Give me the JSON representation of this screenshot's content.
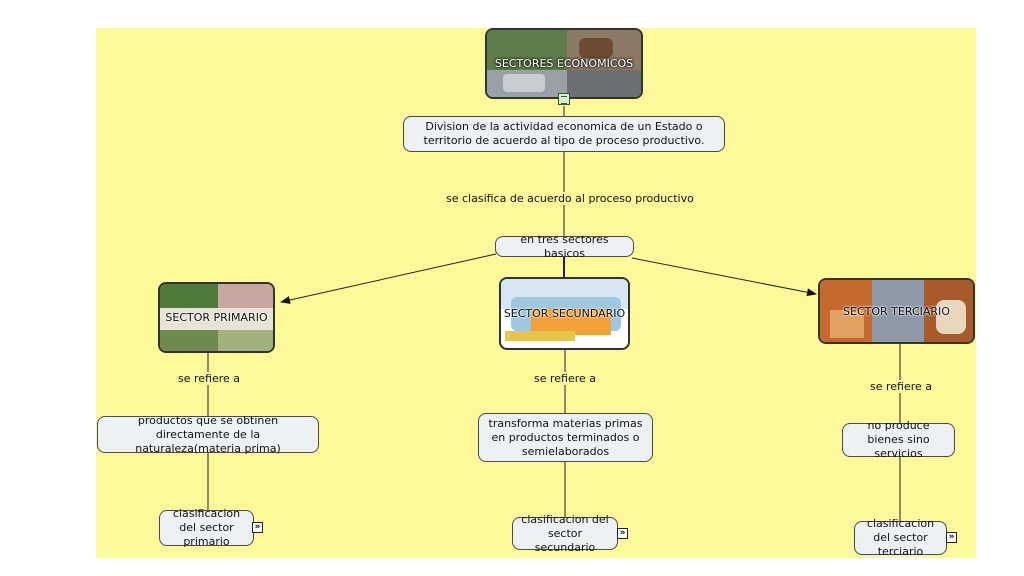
{
  "top_node": {
    "title": "SECTORES ECONOMICOS"
  },
  "definition": "Division de la actividad economica de un Estado o territorio de acuerdo al tipo de proceso productivo.",
  "link_clasifica": "se clasifica de acuerdo al proceso productivo",
  "tres_sectores": "en tres sectores basicos",
  "sectors": [
    {
      "title": "SECTOR PRIMARIO",
      "link": "se refiere a",
      "description": "productos que se obtinen directamente de la naturaleza(materia prima)",
      "classification": "clasificacion del sector primario"
    },
    {
      "title": "SECTOR SECUNDARIO",
      "link": "se refiere a",
      "description": "transforma materias primas en productos terminados o semielaborados",
      "classification": "clasificacion del sector secundario"
    },
    {
      "title": "SECTOR TERCIARIO",
      "link": "se refiere a",
      "description": "no produce bienes sino servicios",
      "classification": "clasificacion del sector terciario"
    }
  ],
  "icons": {
    "expander": "expand-arrow-icon",
    "document": "document-icon"
  },
  "colors": {
    "canvas": "#fcf99a",
    "node_fill": "#eef1f4",
    "node_border": "#4a4a4a"
  }
}
